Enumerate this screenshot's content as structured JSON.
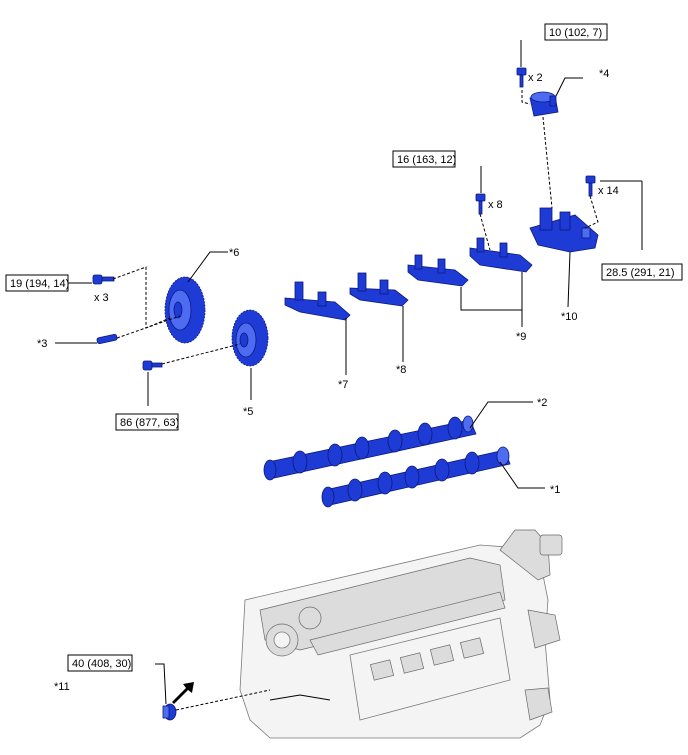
{
  "torque_specs": {
    "t1": "10 (102, 7)",
    "t2": "16 (163, 12)",
    "t3": "19 (194, 14)",
    "t4": "28.5 (291, 21)",
    "t5": "86 (877, 63)",
    "t6": "40 (408, 30)"
  },
  "quantities": {
    "q1": "x 2",
    "q2": "x 8",
    "q3": "x 14",
    "q4": "x 3"
  },
  "callouts": {
    "c1": "*1",
    "c2": "*2",
    "c3": "*3",
    "c4": "*4",
    "c5": "*5",
    "c6": "*6",
    "c7": "*7",
    "c8": "*8",
    "c9": "*9",
    "c10": "*10",
    "c11": "*11"
  },
  "colors": {
    "part": "#1f3bd6",
    "part_outline": "#0b1a7a",
    "engine": "#f4f4f4",
    "line": "#000000"
  }
}
